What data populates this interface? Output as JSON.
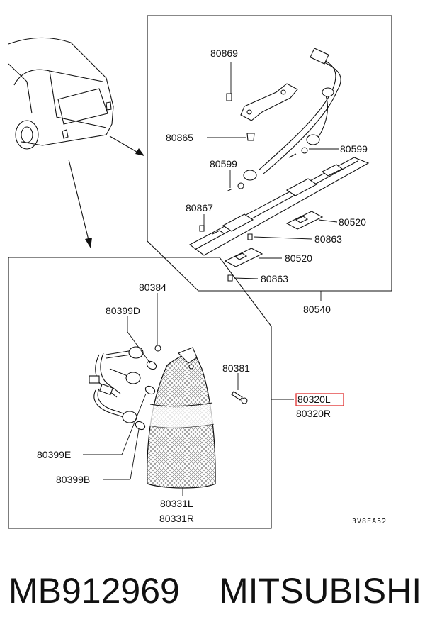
{
  "top_callouts": {
    "c80869": "80869",
    "c80865": "80865",
    "c80599a": "80599",
    "c80599b": "80599",
    "c80867": "80867",
    "c80520a": "80520",
    "c80863a": "80863",
    "c80520b": "80520",
    "c80863b": "80863",
    "c80540": "80540"
  },
  "bottom_callouts": {
    "c80384": "80384",
    "c80399d": "80399D",
    "c80381": "80381",
    "c80320l": "80320L",
    "c80320r": "80320R",
    "c80399e": "80399E",
    "c80399b": "80399B",
    "c80331l": "80331L",
    "c80331r": "80331R"
  },
  "highlight_color": "#e03030",
  "drawing_code": "3V8EA52",
  "footer": {
    "part_number": "MB912969",
    "brand": "MITSUBISHI"
  }
}
